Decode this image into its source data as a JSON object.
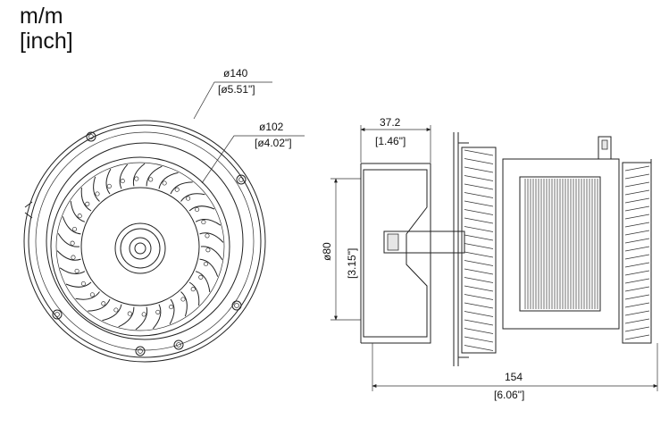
{
  "units": {
    "metric": "m/m",
    "imperial": "[inch]"
  },
  "dimensions": {
    "outer_diameter": {
      "mm": "ø140",
      "inch": "[ø5.51\"]"
    },
    "wheel_diameter": {
      "mm": "ø102",
      "inch": "[ø4.02\"]"
    },
    "housing_depth": {
      "mm": "37.2",
      "inch": "[1.46\"]"
    },
    "outlet_diameter": {
      "mm": "ø80",
      "inch": "[3.15\"]"
    },
    "overall_length": {
      "mm": "154",
      "inch": "[6.06\"]"
    }
  }
}
